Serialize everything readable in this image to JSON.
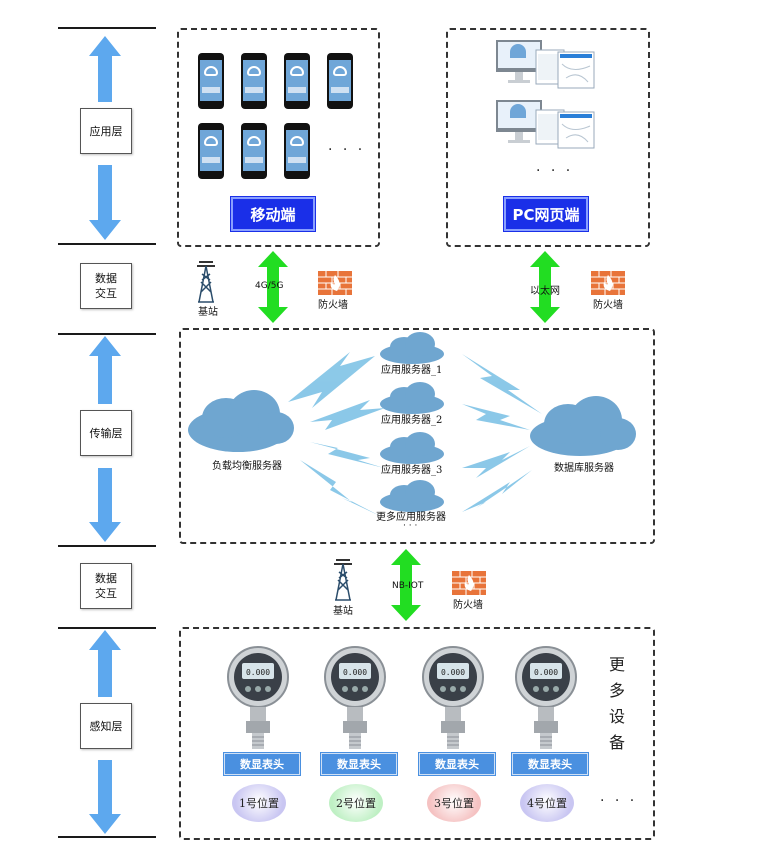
{
  "layers": {
    "application": "应用层",
    "interaction_top": "数据\n交互",
    "transport": "传输层",
    "interaction_bottom": "数据\n交互",
    "perception": "感知层"
  },
  "application": {
    "mobile_label": "移动端",
    "pc_label": "PC网页端",
    "mobile_more": "· · ·",
    "pc_more": "· · ·"
  },
  "interaction_top": {
    "base_station": "基站",
    "mobile_network": "4G/5G",
    "firewall_left": "防火墙",
    "ethernet": "以太网",
    "firewall_right": "防火墙"
  },
  "transport": {
    "load_balancer": "负载均衡服务器",
    "app_server_1": "应用服务器_1",
    "app_server_2": "应用服务器_2",
    "app_server_3": "应用服务器_3",
    "more_servers": "更多应用服务器",
    "more_dots": "· · ·",
    "database": "数据库服务器"
  },
  "interaction_bottom": {
    "base_station": "基站",
    "network": "NB-IOT",
    "firewall": "防火墙"
  },
  "perception": {
    "tags": [
      "数显表头",
      "数显表头",
      "数显表头",
      "数显表头"
    ],
    "positions": [
      "1号位置",
      "2号位置",
      "3号位置",
      "4号位置"
    ],
    "position_colors": [
      "#c9c6f2",
      "#bff0c4",
      "#f5c2c2",
      "#c9c6f2"
    ],
    "more_devices": [
      "更",
      "多",
      "设",
      "备"
    ],
    "more_dots": "· · ·",
    "gauge_display": "0.000"
  },
  "colors": {
    "arrow_blue": "#5da8ee",
    "arrow_green": "#22dd22",
    "cloud": "#6fa6d0",
    "button_blue": "#1a2fe8",
    "firewall": "#e8743a"
  }
}
